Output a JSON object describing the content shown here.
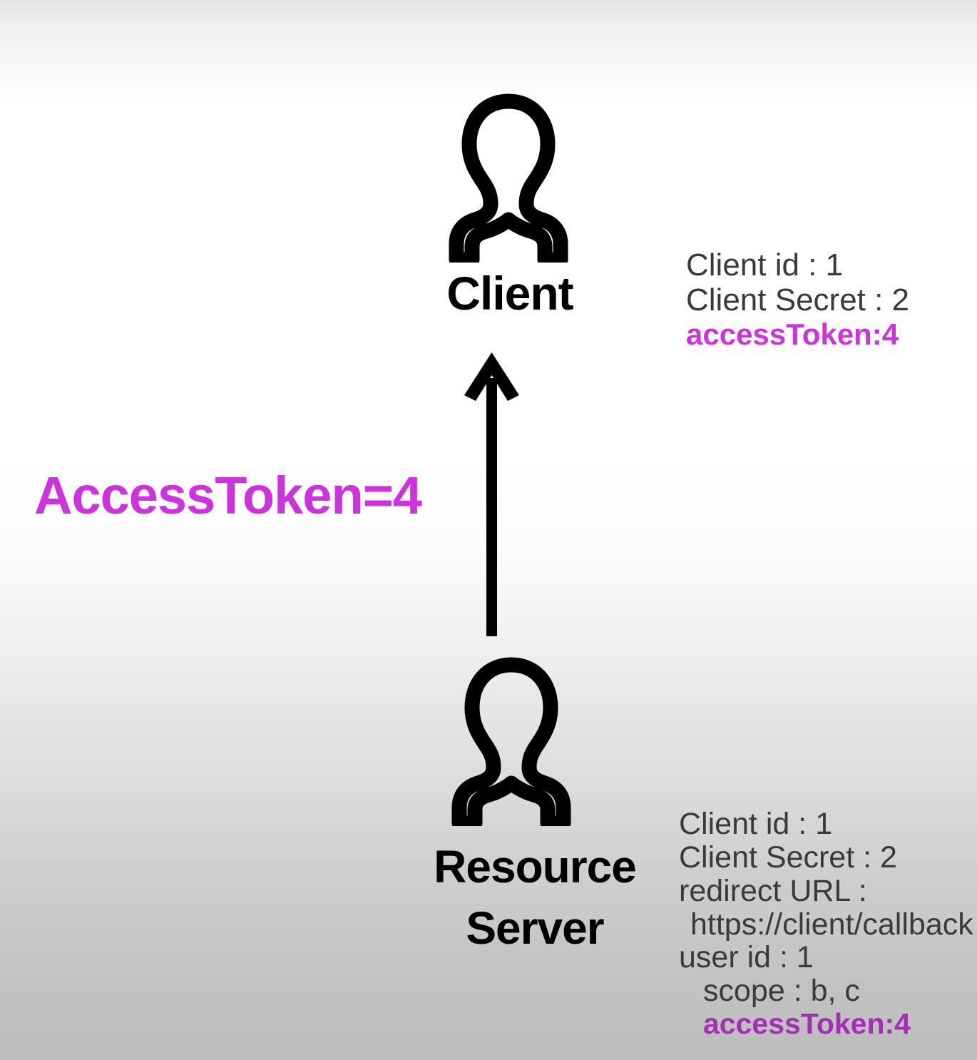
{
  "diagram": {
    "title_fragment_top": "",
    "nodes": [
      {
        "id": "client",
        "label": "Client",
        "icon": "person-icon"
      },
      {
        "id": "resource-server",
        "label_line_1": "Resource",
        "label_line_2": "Server",
        "icon": "person-icon"
      }
    ],
    "flow": {
      "label": "AccessToken=4",
      "direction": "up",
      "from": "Resource Server",
      "to": "Client",
      "arrow_icon": "up-arrow-icon",
      "color": "#cc33dd"
    },
    "client_info": {
      "lines": [
        {
          "text": "Client id : 1",
          "style": "normal",
          "indent": 0
        },
        {
          "text": "Client Secret : 2",
          "style": "normal",
          "indent": 0
        },
        {
          "text": "accessToken:4",
          "style": "token",
          "indent": 0
        }
      ]
    },
    "server_info": {
      "lines": [
        {
          "text": "Client id : 1",
          "style": "normal",
          "indent": 0
        },
        {
          "text": "Client Secret : 2",
          "style": "normal",
          "indent": 0
        },
        {
          "text": "redirect URL :",
          "style": "normal",
          "indent": 0
        },
        {
          "text": "https://client/callback",
          "style": "normal",
          "indent": 1
        },
        {
          "text": "user id : 1",
          "style": "normal",
          "indent": 0
        },
        {
          "text": "scope : b, c",
          "style": "normal",
          "indent": 2
        },
        {
          "text": "accessToken:4",
          "style": "token",
          "indent": 2
        }
      ]
    },
    "colors": {
      "accent_magenta": "#cc33dd",
      "accent_magenta_dark": "#a32fb5",
      "text_gray": "#3a3a3a",
      "stroke_black": "#000000",
      "bg_top": "#e2e2e2",
      "bg_mid": "#ffffff",
      "bg_bottom": "#bdbdbd"
    }
  }
}
